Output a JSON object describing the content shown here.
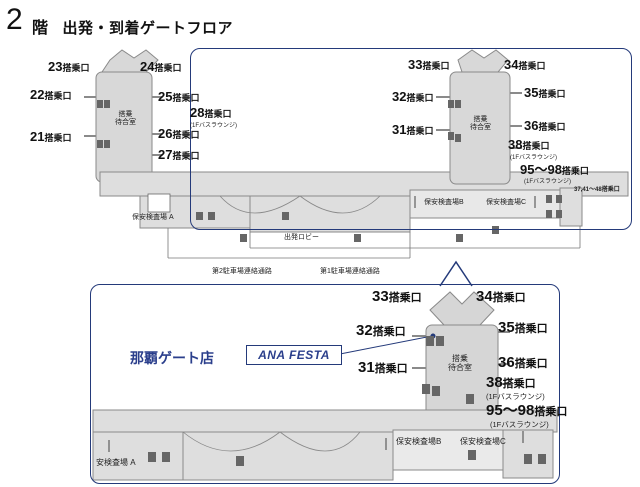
{
  "title": {
    "floor_num": "2",
    "floor_suffix": "階",
    "subtitle": "出発・到着ゲートフロア"
  },
  "top_map": {
    "gates_left": [
      "23",
      "24",
      "22",
      "25",
      "28",
      "21",
      "26",
      "27"
    ],
    "gates_right": [
      "33",
      "34",
      "32",
      "35",
      "31",
      "36",
      "38",
      "95～98"
    ],
    "gate_suffix": "搭乗口",
    "bus_lounge": "(1Fバスラウンジ)",
    "waiting_room": [
      "搭乗",
      "待合室"
    ],
    "gates_far": "37,41～48搭乗口",
    "security_a": "保安検査場 A",
    "security_b": "保安検査場B",
    "security_c": "保安検査場C",
    "lobby": "出発ロビー",
    "parking_2": "第2駐車場連絡通路",
    "parking_1": "第1駐車場連絡通路"
  },
  "zoom_map": {
    "store_name": "那覇ゲート店",
    "logo": "ANA FESTA",
    "gates": [
      "33",
      "34",
      "32",
      "35",
      "31",
      "36",
      "38",
      "95～98"
    ],
    "gate_suffix": "搭乗口",
    "bus_lounge": "(1Fバスラウンジ)",
    "waiting_room": [
      "搭乗",
      "待合室"
    ],
    "security_a": "安検査場 A",
    "security_b": "保安検査場B",
    "security_c": "保安検査場C"
  },
  "colors": {
    "frame": "#243a7a",
    "accent": "#2b3f8c",
    "floor": "#dcdcdc",
    "wall": "#8a8a8a"
  }
}
